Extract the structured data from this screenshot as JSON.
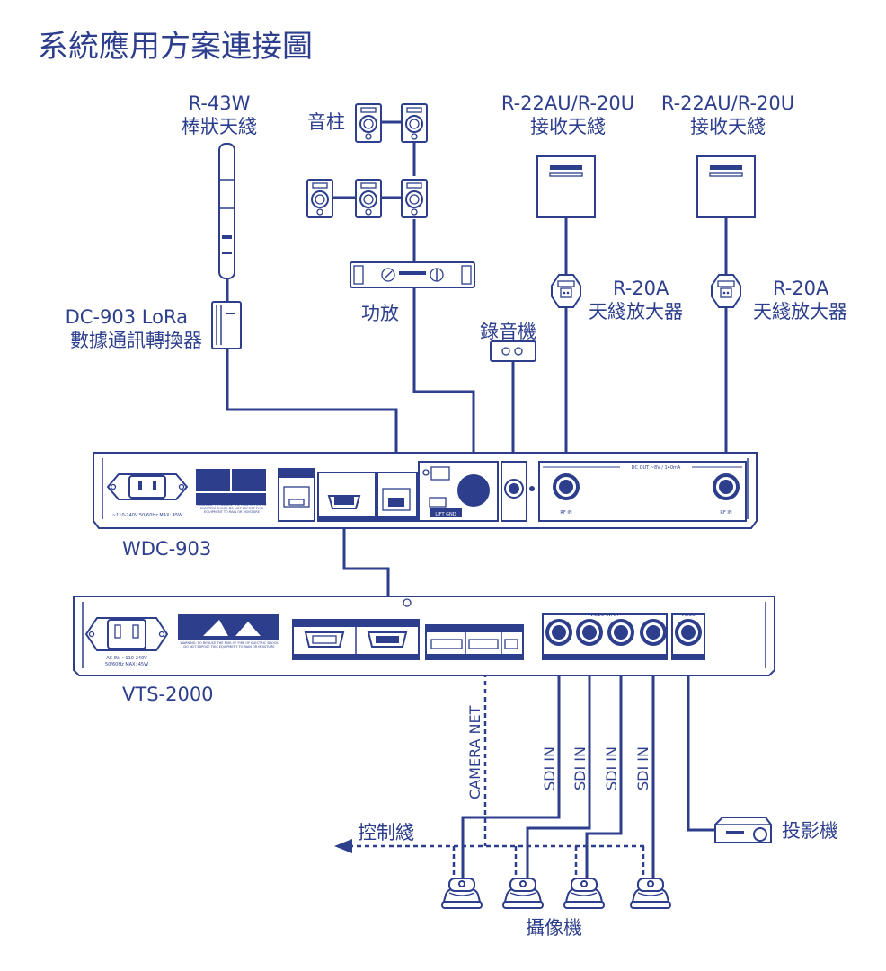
{
  "title": "系統應用方案連接圖",
  "colors": {
    "line": "#2c3e8c",
    "background": "#ffffff"
  },
  "devices": {
    "antenna_r43w": {
      "model": "R-43W",
      "name": "棒狀天綫"
    },
    "speakers": {
      "name": "音柱"
    },
    "receiver_left": {
      "model": "R-22AU/R-20U",
      "name": "接收天綫"
    },
    "receiver_right": {
      "model": "R-22AU/R-20U",
      "name": "接收天綫"
    },
    "amplifier": {
      "name": "功放"
    },
    "lora_converter": {
      "model": "DC-903 LoRa",
      "name": "數據通訊轉換器"
    },
    "recorder": {
      "name": "錄音機"
    },
    "booster_left": {
      "model": "R-20A",
      "name": "天綫放大器"
    },
    "booster_right": {
      "model": "R-20A",
      "name": "天綫放大器"
    },
    "wdc903": {
      "model": "WDC-903"
    },
    "vts2000": {
      "model": "VTS-2000"
    },
    "projector": {
      "name": "投影機"
    },
    "cameras": {
      "name": "攝像機"
    }
  },
  "wdc903_panel": {
    "power_rating": "~110-240V 50/60Hz MAX: 45W",
    "warning": "WARNING: TO REDUCE THE RISK OF FIRE OF ELECTRIC SHOCK DO NOT EXPOSE THIS EQUIPMENT TO RAIN OR MOISTURE",
    "dc_out": "DC OUT ~8V / 140mA",
    "rf_in_left": "RF IN",
    "rf_in_right": "RF IN",
    "lift_gnd": "LIFT GND"
  },
  "vts2000_panel": {
    "power_rating_1": "AC IN: ~110-240V",
    "power_rating_2": "50/60Hz MAX: 45W",
    "warning": "WARNING: TO REDUCE THE RISK OF FIRE OF ELECTRIC SHOCK DO NOT EXPOSE THIS EQUIPMENT TO RAIN OR MOISTURE",
    "video_input": "VIDEO INPUT",
    "video": "VIDEO"
  },
  "connections": {
    "camera_net": "CAMERA NET",
    "sdi_1": "SDI IN",
    "sdi_2": "SDI IN",
    "sdi_3": "SDI IN",
    "sdi_4": "SDI IN",
    "control_line": "控制綫"
  }
}
